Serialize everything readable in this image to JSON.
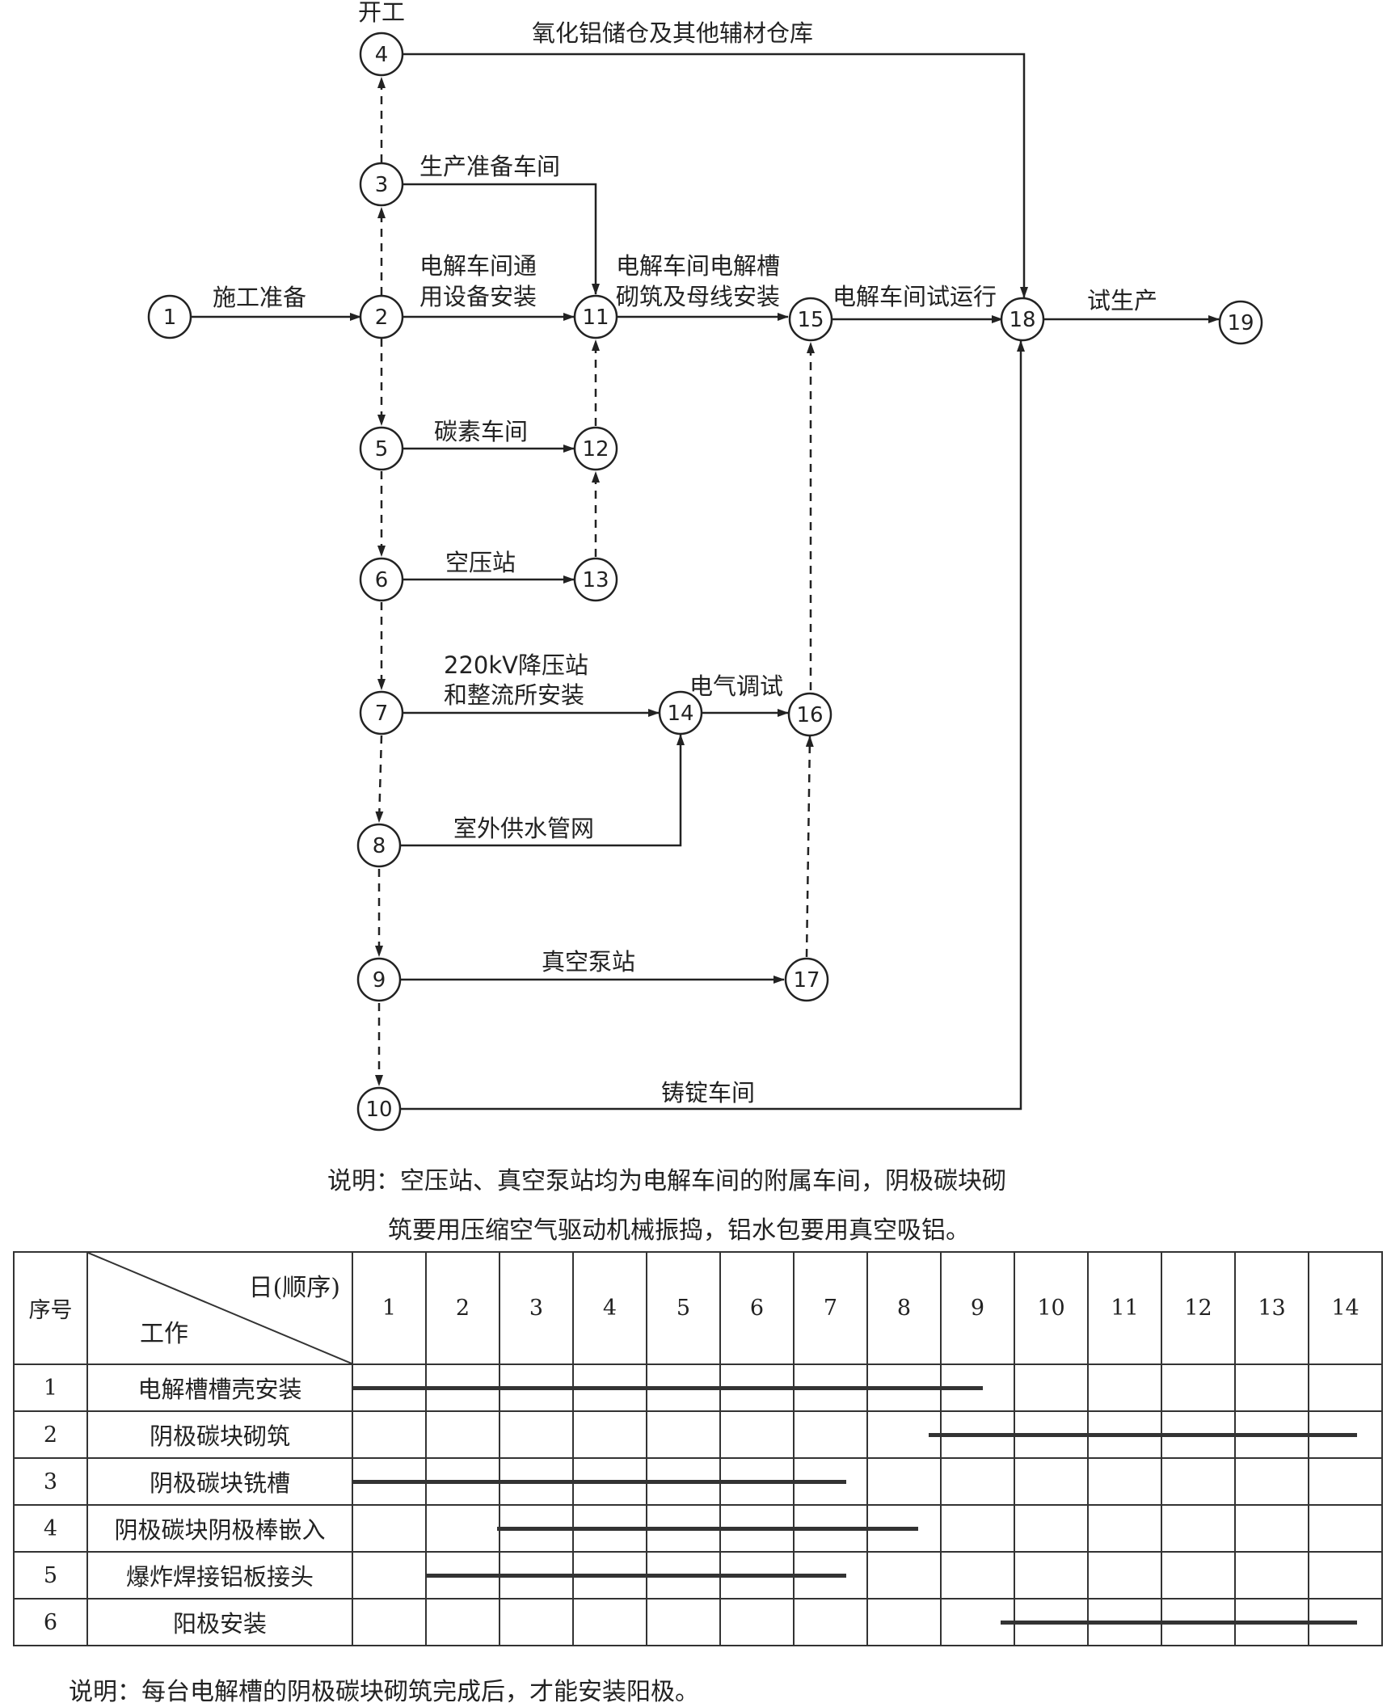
{
  "network": {
    "nodes": [
      "1",
      "2",
      "3",
      "4",
      "5",
      "6",
      "7",
      "8",
      "9",
      "10",
      "11",
      "12",
      "13",
      "14",
      "15",
      "16",
      "17",
      "18",
      "19"
    ],
    "labels": {
      "start_work": "开工",
      "alumina_storage": "氧化铝储仓及其他辅材仓库",
      "production_prep": "生产准备车间",
      "general_equipment_l1": "电解车间通",
      "general_equipment_l2": "用设备安装",
      "construction_prep": "施工准备",
      "cell_masonry_l1": "电解车间电解槽",
      "cell_masonry_l2": "砌筑及母线安装",
      "trial_run": "电解车间试运行",
      "trial_production": "试生产",
      "carbon_shop": "碳素车间",
      "air_compressor": "空压站",
      "substation_l1": "220kV降压站",
      "substation_l2": "和整流所安装",
      "electrical_test": "电气调试",
      "water_supply": "室外供水管网",
      "vacuum_pump": "真空泵站",
      "ingot_casting": "铸锭车间"
    },
    "note_line1": "说明：空压站、真空泵站均为电解车间的附属车间，阴极碳块砌",
    "note_line2": "筑要用压缩空气驱动机械振捣，铝水包要用真空吸铝。"
  },
  "schedule": {
    "header_no": "序号",
    "header_day": "日(顺序)",
    "header_work": "工作",
    "days": [
      "1",
      "2",
      "3",
      "4",
      "5",
      "6",
      "7",
      "8",
      "9",
      "10",
      "11",
      "12",
      "13",
      "14"
    ],
    "rows": [
      {
        "no": "1",
        "work": "电解槽槽壳安装",
        "start": 1,
        "end": 8.8
      },
      {
        "no": "2",
        "work": "阴极碳块砌筑",
        "start": 9,
        "end": 14
      },
      {
        "no": "3",
        "work": "阴极碳块铣槽",
        "start": 1,
        "end": 6.9
      },
      {
        "no": "4",
        "work": "阴极碳块阴极棒嵌入",
        "start": 3,
        "end": 7.9
      },
      {
        "no": "5",
        "work": "爆炸焊接铝板接头",
        "start": 2,
        "end": 6.9
      },
      {
        "no": "6",
        "work": "阳极安装",
        "start": 10,
        "end": 14
      }
    ],
    "note": "说明：每台电解槽的阴极碳块砌筑完成后，才能安装阳极。"
  }
}
